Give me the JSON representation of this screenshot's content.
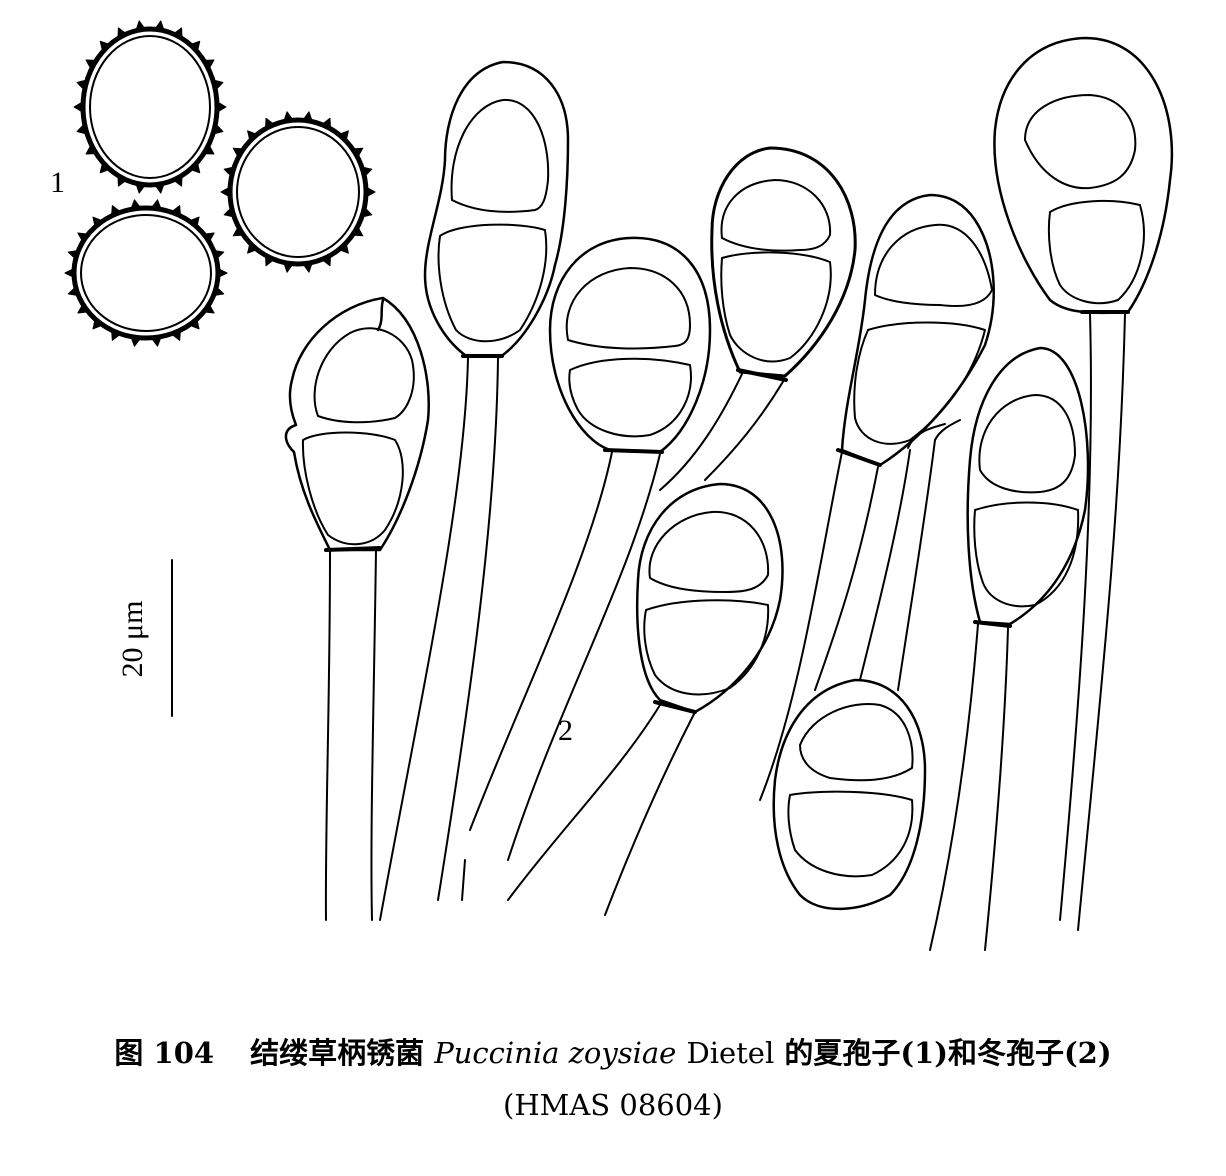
{
  "labels": {
    "uredinio": "1",
    "telio": "2",
    "scale_bar": "20 μm"
  },
  "caption": {
    "figure_number": "图 104",
    "chinese_name": "结缕草柄锈菌",
    "scientific_name": "Puccinia zoysiae",
    "author": "Dietel",
    "description": "的夏孢子(1)和冬孢子(2)",
    "specimen": "(HMAS 08604)"
  }
}
